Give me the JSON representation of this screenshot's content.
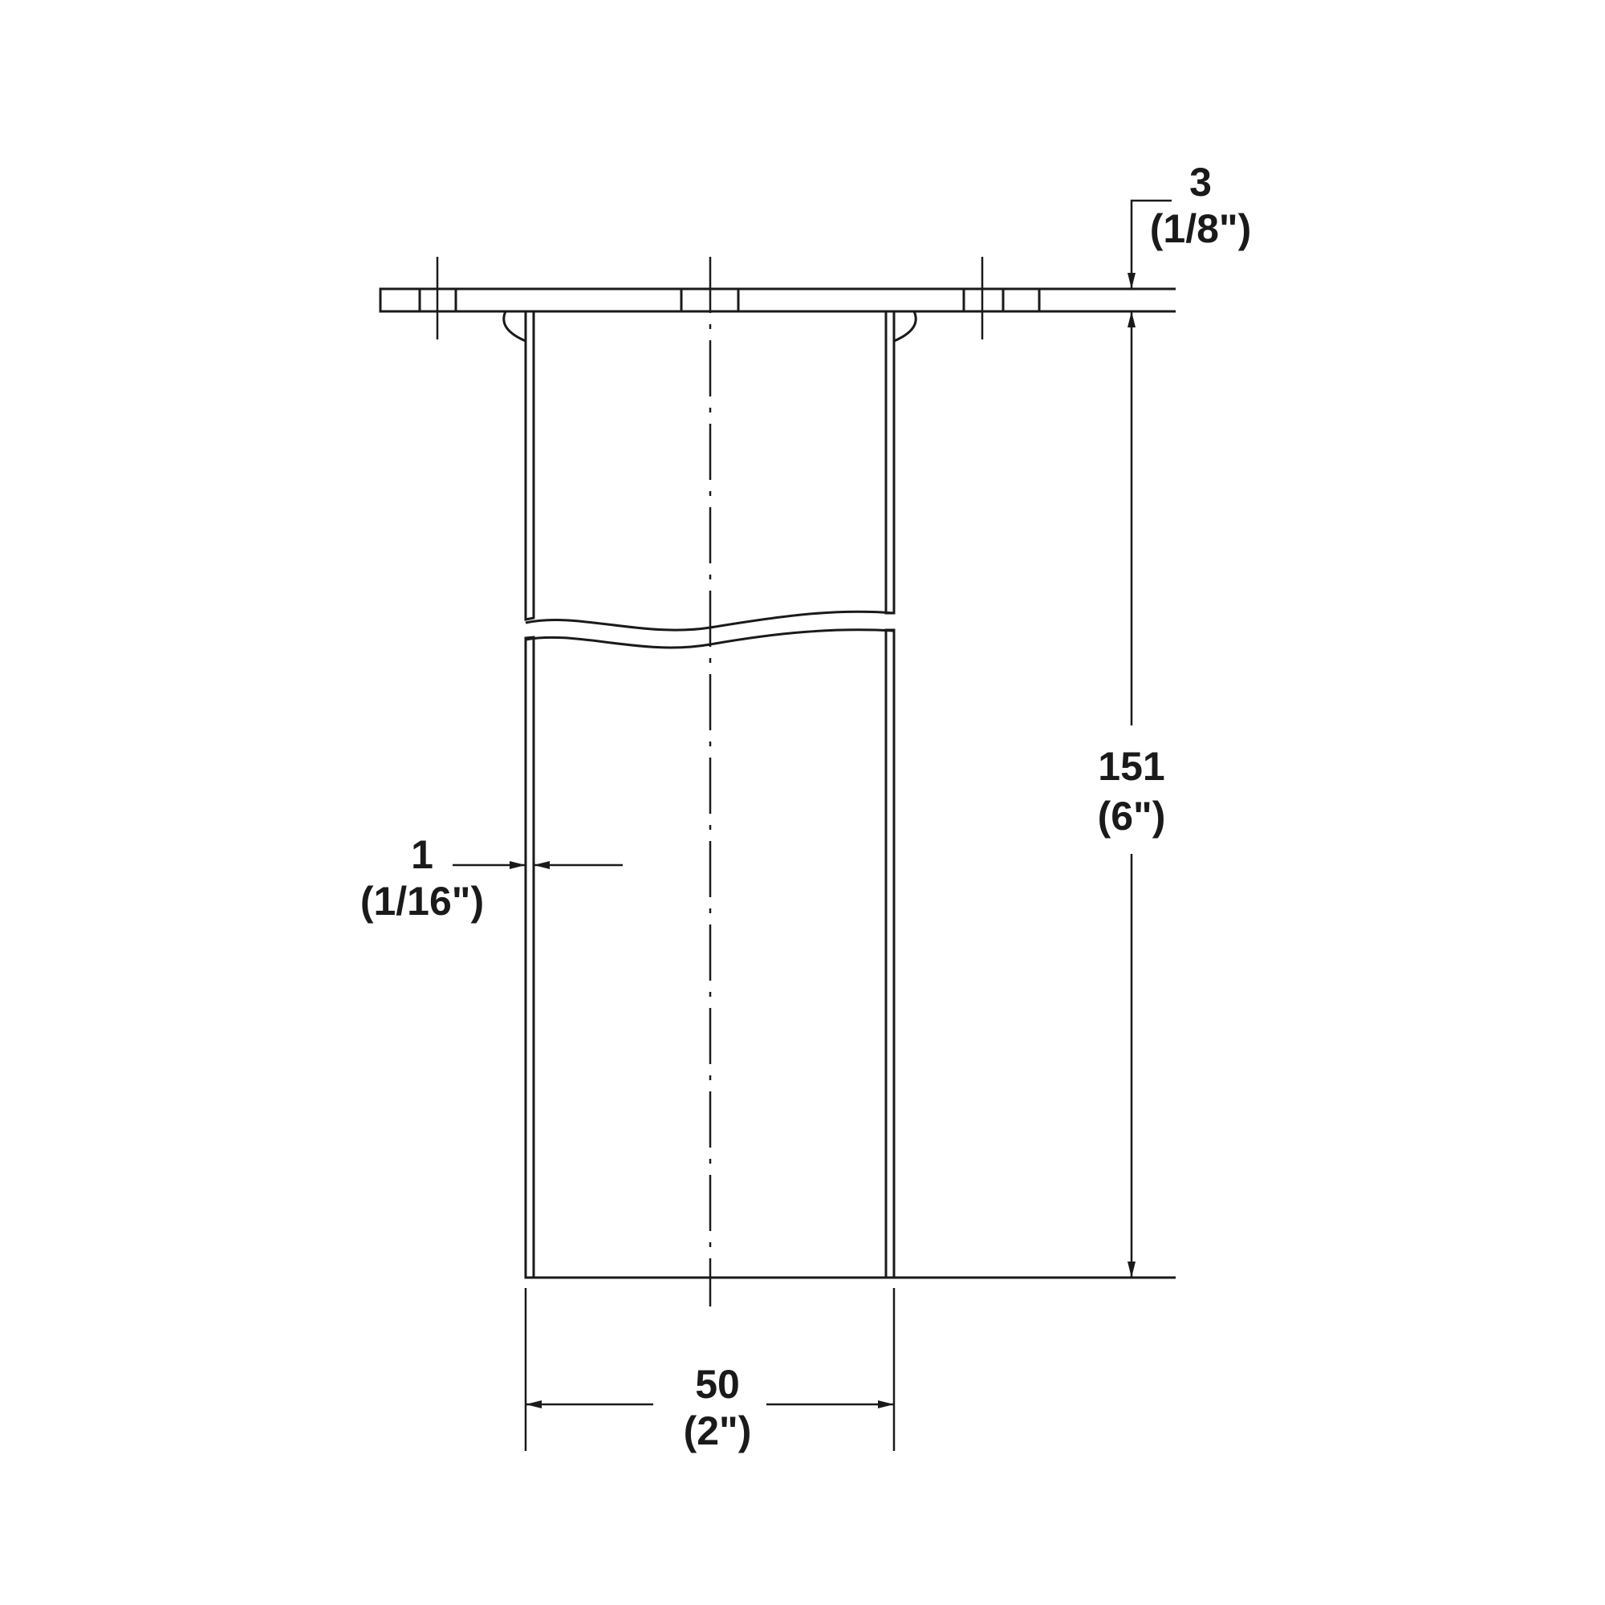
{
  "drawing": {
    "title": "Flanged tube technical drawing",
    "dimensions": {
      "flange_thickness": {
        "value": "3",
        "imperial": "(1/8\")"
      },
      "length": {
        "value": "151",
        "imperial": "(6\")"
      },
      "wall_thickness": {
        "value": "1",
        "imperial": "(1/16\")"
      },
      "diameter": {
        "value": "50",
        "imperial": "(2\")"
      }
    },
    "colors": {
      "line": "#1a1a1a",
      "background": "#ffffff"
    }
  }
}
